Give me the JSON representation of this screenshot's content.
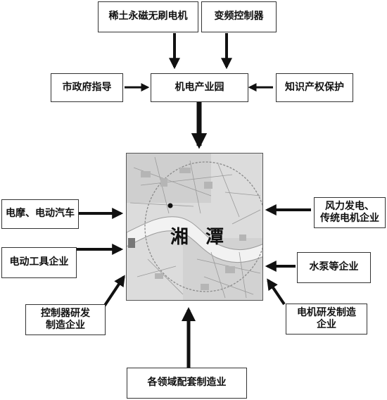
{
  "top": {
    "rare_earth_motor": "稀土永磁无刷电机",
    "vfd_controller": "变频控制器"
  },
  "middle": {
    "government_guidance": "市政府指导",
    "industrial_park": "机电产业园",
    "ip_protection": "知识产权保护"
  },
  "map": {
    "city_char_1": "湘",
    "city_char_2": "潭"
  },
  "left": {
    "e_moto_ev": "电摩、电动汽车",
    "power_tools": "电动工具企业",
    "controller_rd_line1": "控制器研发",
    "controller_rd_line2": "制造企业"
  },
  "right": {
    "wind_power_line1": "风力发电、",
    "wind_power_line2": "传统电机企业",
    "pump": "水泵等企业",
    "motor_rd_line1": "电机研发制造",
    "motor_rd_line2": "企业"
  },
  "bottom": {
    "supporting_mfg": "各领域配套制造业"
  },
  "colors": {
    "arrow": "#111111",
    "border": "#333333",
    "map_bg": "#dcdcdc",
    "map_line": "#8a8a8a"
  }
}
